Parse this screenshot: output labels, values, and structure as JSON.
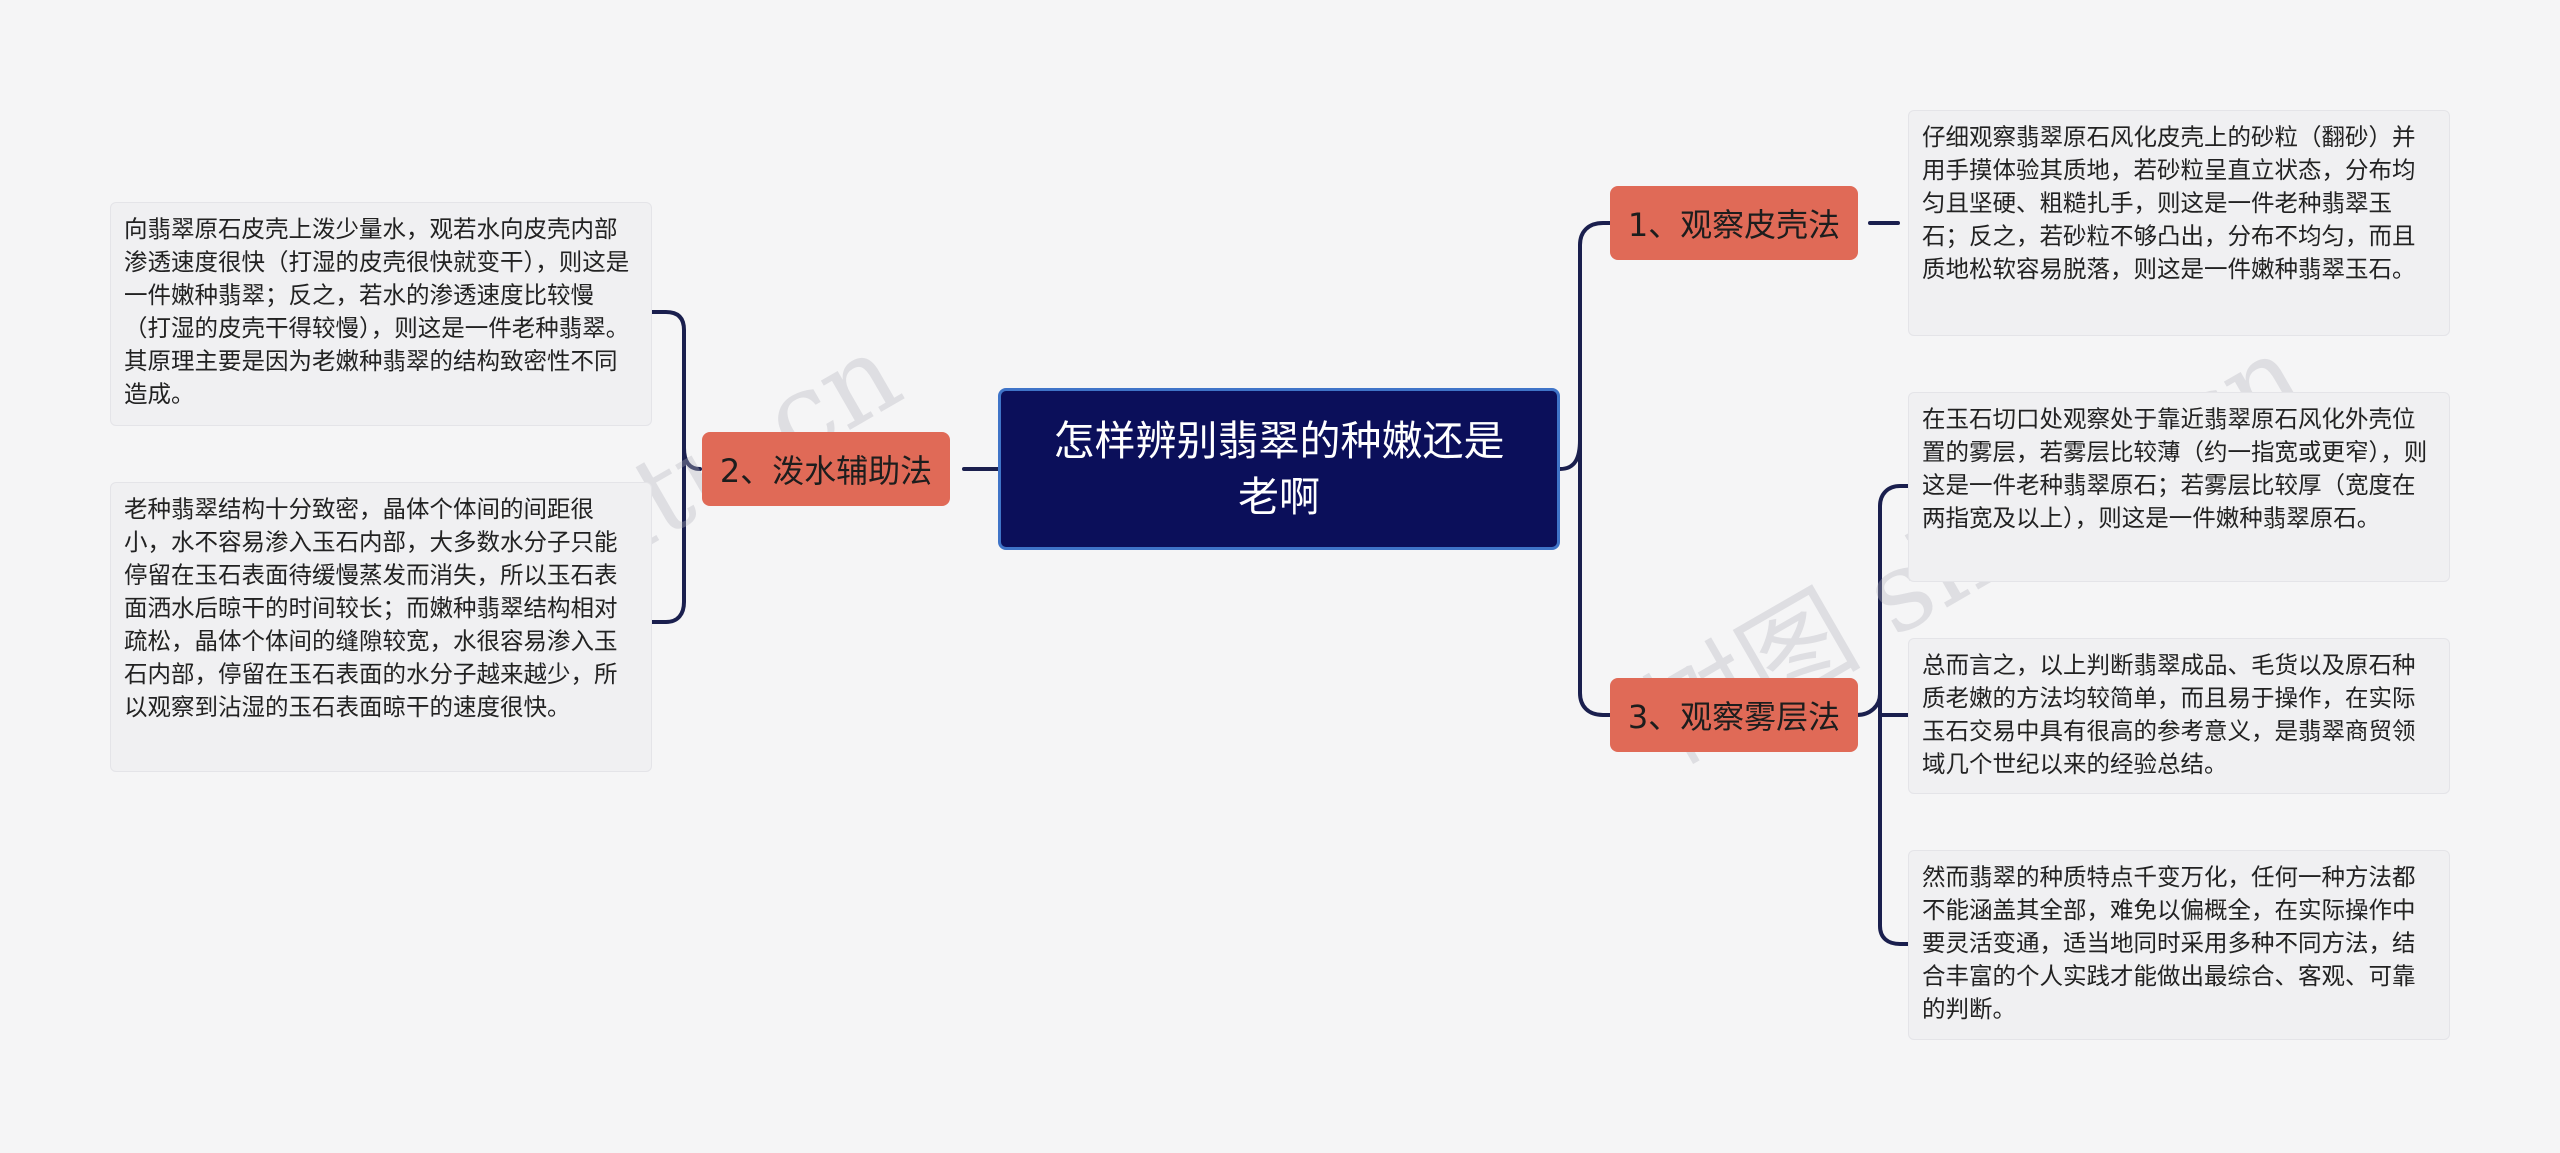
{
  "root": {
    "title": "怎样辨别翡翠的种嫩还是老啊"
  },
  "branches": [
    {
      "label": "1、观察皮壳法",
      "leaves": [
        "仔细观察翡翠原石风化皮壳上的砂粒（翻砂）并用手摸体验其质地，若砂粒呈直立状态，分布均匀且坚硬、粗糙扎手，则这是一件老种翡翠玉石；反之，若砂粒不够凸出，分布不均匀，而且质地松软容易脱落，则这是一件嫩种翡翠玉石。"
      ]
    },
    {
      "label": "2、泼水辅助法",
      "leaves": [
        "向翡翠原石皮壳上泼少量水，观若水向皮壳内部渗透速度很快（打湿的皮壳很快就变干），则这是一件嫩种翡翠；反之，若水的渗透速度比较慢（打湿的皮壳干得较慢），则这是一件老种翡翠。其原理主要是因为老嫩种翡翠的结构致密性不同造成。",
        "老种翡翠结构十分致密，晶体个体间的间距很小，水不容易渗入玉石内部，大多数水分子只能停留在玉石表面待缓慢蒸发而消失，所以玉石表面洒水后晾干的时间较长；而嫩种翡翠结构相对疏松，晶体个体间的缝隙较宽，水很容易渗入玉石内部，停留在玉石表面的水分子越来越少，所以观察到沾湿的玉石表面晾干的速度很快。"
      ]
    },
    {
      "label": "3、观察雾层法",
      "leaves": [
        "在玉石切口处观察处于靠近翡翠原石风化外壳位置的雾层，若雾层比较薄（约一指宽或更窄），则这是一件老种翡翠原石；若雾层比较厚（宽度在两指宽及以上），则这是一件嫩种翡翠原石。",
        "总而言之，以上判断翡翠成品、毛货以及原石种质老嫩的方法均较简单，而且易于操作，在实际玉石交易中具有很高的参考意义，是翡翠商贸领域几个世纪以来的经验总结。",
        "然而翡翠的种质特点千变万化，任何一种方法都不能涵盖其全部，难免以偏概全，在实际操作中要灵活变通，适当地同时采用多种不同方法，结合丰富的个人实践才能做出最综合、客观、可靠的判断。"
      ]
    }
  ],
  "watermarks": [
    "shutu.cn",
    "树图 shutu.cn"
  ],
  "colors": {
    "root_bg": "#0b0f5a",
    "root_border": "#3f74c8",
    "branch_bg": "#e06a57",
    "leaf_bg": "#f0f0f2",
    "connector": "#1a1f4e"
  }
}
